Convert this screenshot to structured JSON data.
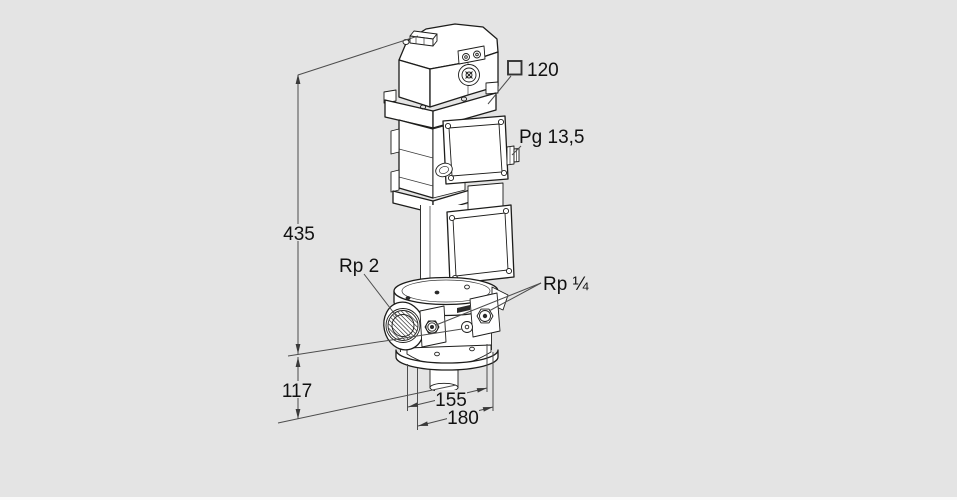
{
  "page": {
    "background_color": "#e4e4e4",
    "line_color": "#1d1d1b",
    "dimension_color": "#4d4d4d",
    "text_color": "#111111"
  },
  "drawing": {
    "labels": {
      "square_size": "120",
      "cable_gland": "Pg 13,5",
      "total_height": "435",
      "inlet_connection": "Rp 2",
      "pressure_tap": "Rp ¼",
      "lower_height": "117",
      "width_inner": "155",
      "width_outer": "180"
    },
    "icons": {
      "square_dimension_symbol": "square-outline"
    }
  }
}
